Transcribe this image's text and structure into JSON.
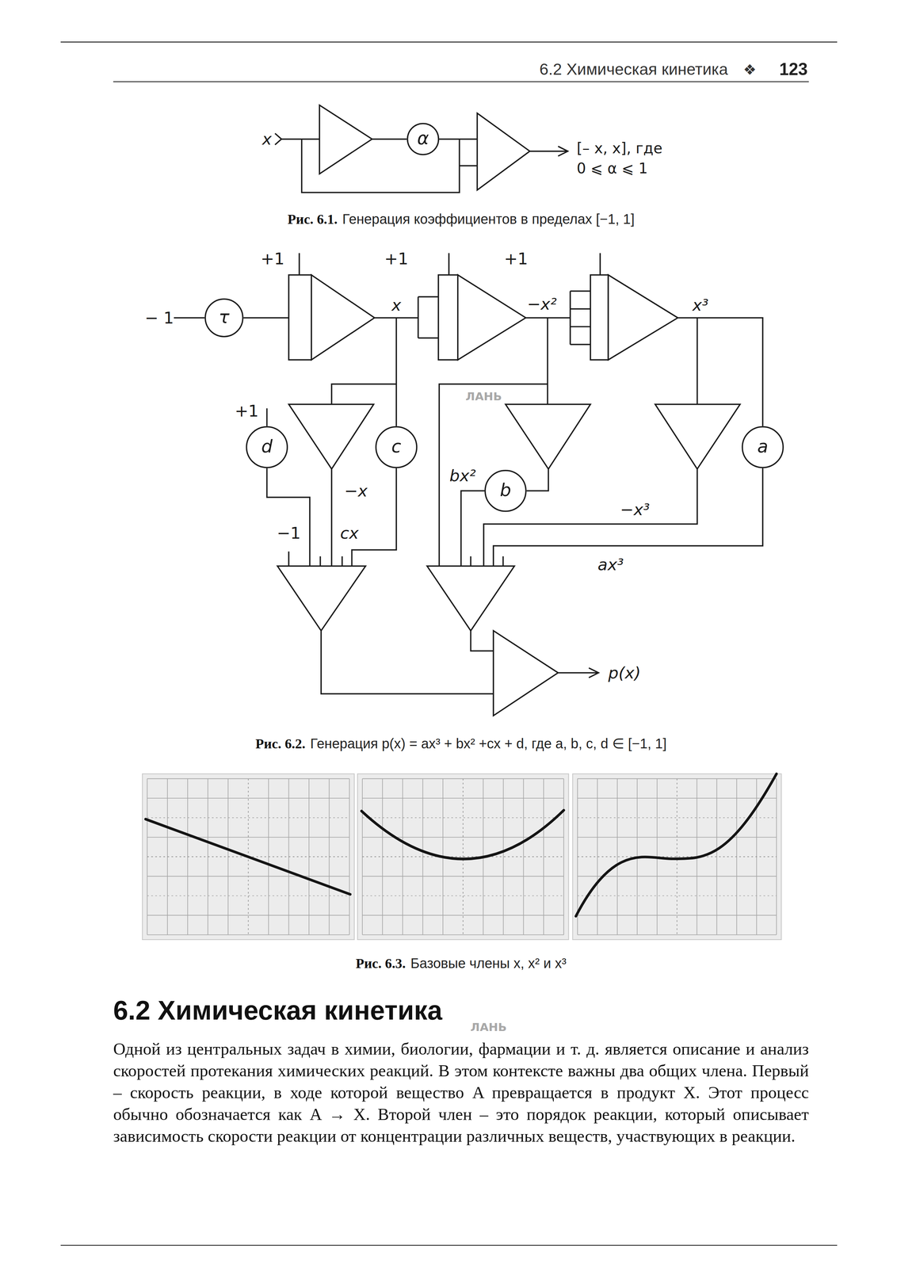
{
  "diagram": {
    "nodes": [
      {
        "text": [
          "α"
        ]
      },
      {
        "text": [
          "τ"
        ]
      },
      {
        "text": [
          "d"
        ]
      },
      {
        "text": [
          "c"
        ]
      },
      {
        "text": [
          "b"
        ]
      },
      {
        "text": [
          "a"
        ]
      }
    ],
    "labels": [
      "6.2 Химическая кинетика",
      "❖",
      "123",
      "x",
      "[– x, x], где",
      "0 ⩽ α ⩽ 1",
      "Рис. 6.1.",
      "Генерация коэффициентов в пределах [−1, 1]",
      "+1",
      "+1",
      "+1",
      "− 1",
      "x",
      "−x²",
      "x³",
      "+1",
      "−x",
      "bx²",
      "−x³",
      "−1",
      "cx",
      "ax³",
      "p(x)",
      "Рис. 6.2.",
      "Генерация p(x) = ax³ + bx² +cx + d, где a, b, c, d ∈ [−1, 1]",
      "Рис. 6.3.",
      "Базовые члены x, x² и x³",
      "6.2 Химическая кинетика",
      "Одной из центральных задач в химии, биологии, фармации и т. д. является описание и анализ скоростей протекания химических реакций. В этом контексте важны два общих члена. Первый – скорость реакции, в ходе которой вещество A превращается в продукт X. Этот процесс обычно обозначается как A → X. Второй член – это порядок реакции, который описывает зависимость скорости реакции от концентрации различных веществ, участвующих в реакции.",
      "ЛАНЬ",
      "ЛАНЬ"
    ]
  }
}
